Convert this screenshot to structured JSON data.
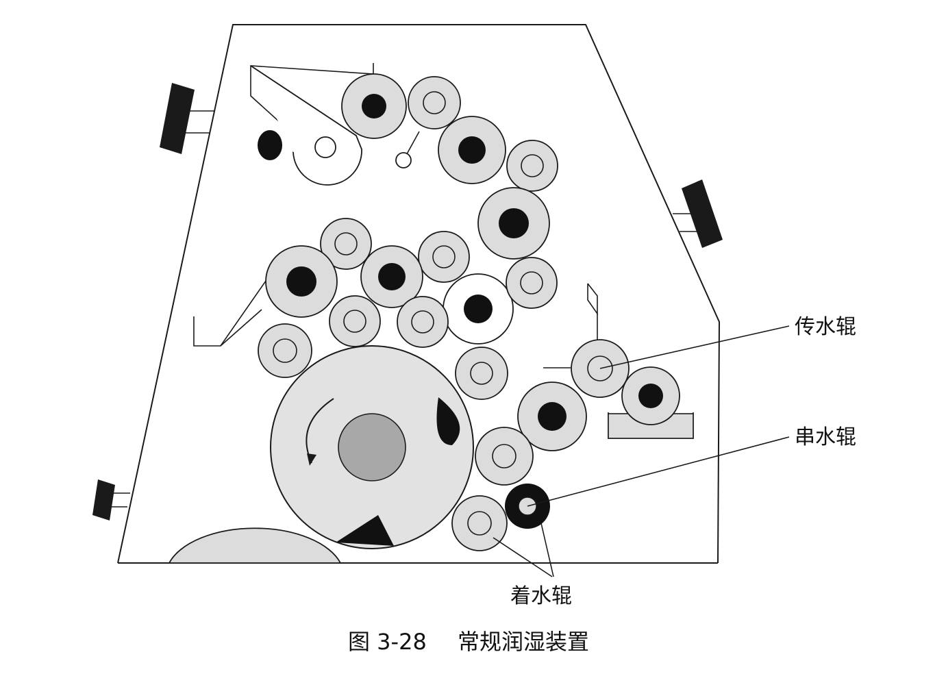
{
  "labels": {
    "form_roller": "传水辊",
    "oscillator_roller": "串水辊",
    "dampening_roller": "着水辊"
  },
  "caption": {
    "number": "图 3-28",
    "title": "常规润湿装置"
  },
  "colors": {
    "roller_fill": "#dcdcdc",
    "core_black": "#111111",
    "cylinder_gray": "#a8a8a8",
    "line": "#1a1a1a"
  }
}
